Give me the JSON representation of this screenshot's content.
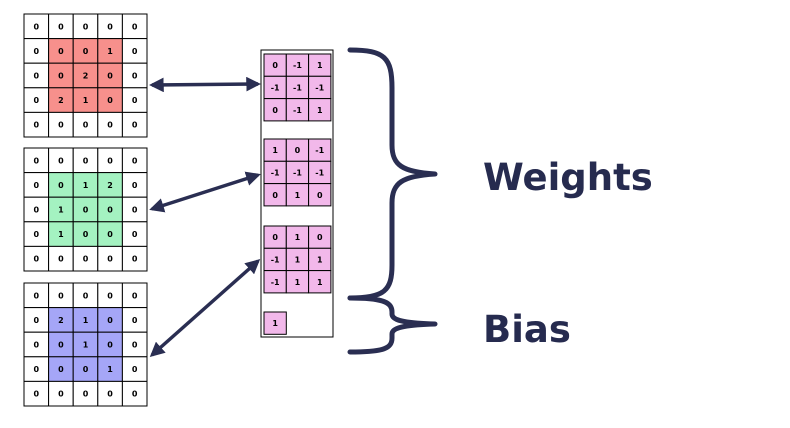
{
  "colors": {
    "input_red": "#f7908c",
    "input_green": "#a4f2c1",
    "input_blue": "#a5a6f7",
    "kernel_pink": "#f2b8ea",
    "arrow": "#2a2e52",
    "label": "#262b4f"
  },
  "inputs": [
    {
      "name": "red",
      "color_key": "input_red",
      "grid": [
        [
          "0",
          "0",
          "0",
          "0",
          "0"
        ],
        [
          "0",
          "0",
          "0",
          "1",
          "0"
        ],
        [
          "0",
          "0",
          "2",
          "0",
          "0"
        ],
        [
          "0",
          "2",
          "1",
          "0",
          "0"
        ],
        [
          "0",
          "0",
          "0",
          "0",
          "0"
        ]
      ],
      "highlight": [
        [
          1,
          1
        ],
        [
          1,
          2
        ],
        [
          1,
          3
        ],
        [
          2,
          1
        ],
        [
          2,
          2
        ],
        [
          2,
          3
        ],
        [
          3,
          1
        ],
        [
          3,
          2
        ],
        [
          3,
          3
        ]
      ]
    },
    {
      "name": "green",
      "color_key": "input_green",
      "grid": [
        [
          "0",
          "0",
          "0",
          "0",
          "0"
        ],
        [
          "0",
          "0",
          "1",
          "2",
          "0"
        ],
        [
          "0",
          "1",
          "0",
          "0",
          "0"
        ],
        [
          "0",
          "1",
          "0",
          "0",
          "0"
        ],
        [
          "0",
          "0",
          "0",
          "0",
          "0"
        ]
      ],
      "highlight": [
        [
          1,
          1
        ],
        [
          1,
          2
        ],
        [
          1,
          3
        ],
        [
          2,
          1
        ],
        [
          2,
          2
        ],
        [
          2,
          3
        ],
        [
          3,
          1
        ],
        [
          3,
          2
        ],
        [
          3,
          3
        ]
      ]
    },
    {
      "name": "blue",
      "color_key": "input_blue",
      "grid": [
        [
          "0",
          "0",
          "0",
          "0",
          "0"
        ],
        [
          "0",
          "2",
          "1",
          "0",
          "0"
        ],
        [
          "0",
          "0",
          "1",
          "0",
          "0"
        ],
        [
          "0",
          "0",
          "0",
          "1",
          "0"
        ],
        [
          "0",
          "0",
          "0",
          "0",
          "0"
        ]
      ],
      "highlight": [
        [
          1,
          1
        ],
        [
          1,
          2
        ],
        [
          1,
          3
        ],
        [
          2,
          1
        ],
        [
          2,
          2
        ],
        [
          2,
          3
        ],
        [
          3,
          1
        ],
        [
          3,
          2
        ],
        [
          3,
          3
        ]
      ]
    }
  ],
  "kernels": [
    [
      [
        "0",
        "-1",
        "1"
      ],
      [
        "-1",
        "-1",
        "-1"
      ],
      [
        "0",
        "-1",
        "1"
      ]
    ],
    [
      [
        "1",
        "0",
        "-1"
      ],
      [
        "-1",
        "-1",
        "-1"
      ],
      [
        "0",
        "1",
        "0"
      ]
    ],
    [
      [
        "0",
        "1",
        "0"
      ],
      [
        "-1",
        "1",
        "1"
      ],
      [
        "-1",
        "1",
        "1"
      ]
    ]
  ],
  "bias": "1",
  "labels": {
    "weights": "Weights",
    "bias": "Bias"
  }
}
